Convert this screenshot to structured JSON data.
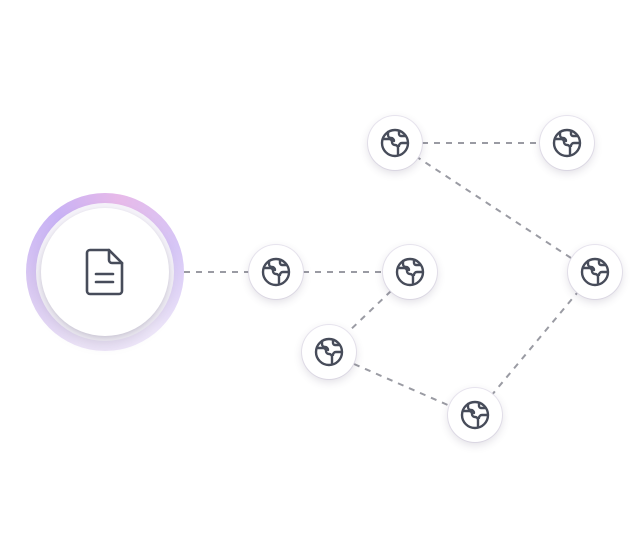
{
  "diagram": {
    "root": {
      "id": "doc",
      "icon": "file-text-icon"
    },
    "nodes": [
      {
        "id": "g1",
        "icon": "globe-icon"
      },
      {
        "id": "g2",
        "icon": "globe-icon"
      },
      {
        "id": "g3",
        "icon": "globe-icon"
      },
      {
        "id": "g4",
        "icon": "globe-icon"
      },
      {
        "id": "g5",
        "icon": "globe-icon"
      },
      {
        "id": "g6",
        "icon": "globe-icon"
      },
      {
        "id": "g7",
        "icon": "globe-icon"
      }
    ],
    "edges": [
      [
        "doc",
        "g1"
      ],
      [
        "g1",
        "g2"
      ],
      [
        "g2",
        "g3"
      ],
      [
        "g3",
        "g4"
      ],
      [
        "g4",
        "g5"
      ],
      [
        "g5",
        "g6"
      ],
      [
        "g6",
        "g7"
      ]
    ]
  },
  "colors": {
    "connector": "#9a9ba3",
    "icon_stroke": "#474c5a",
    "node_fill": "#ffffff",
    "ring_accent": "#c8b2f5"
  }
}
